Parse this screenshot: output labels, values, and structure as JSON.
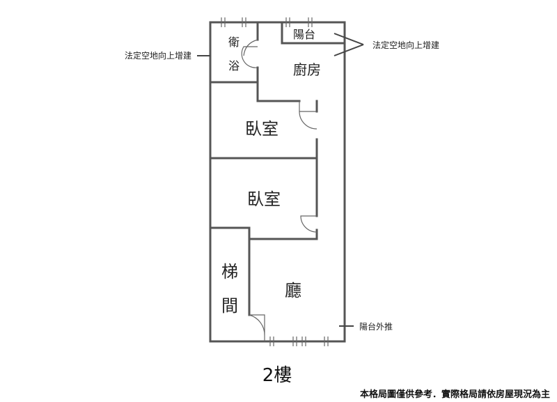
{
  "rooms": {
    "bathroom_line1": "衛",
    "bathroom_line2": "浴",
    "balcony": "陽台",
    "kitchen": "廚房",
    "bedroom_1": "臥室",
    "bedroom_2": "臥室",
    "stairs_line1": "梯",
    "stairs_line2": "間",
    "living_room": "廳"
  },
  "annotations": {
    "left_extension": "法定空地向上增建",
    "right_extension": "法定空地向上增建",
    "balcony_pushout": "陽台外推"
  },
  "floor_label": "2樓",
  "disclaimer": "本格局圖僅供參考．實際格局請依房屋現況為主",
  "colors": {
    "wall": "#555555",
    "text": "#222222",
    "background": "#ffffff"
  }
}
